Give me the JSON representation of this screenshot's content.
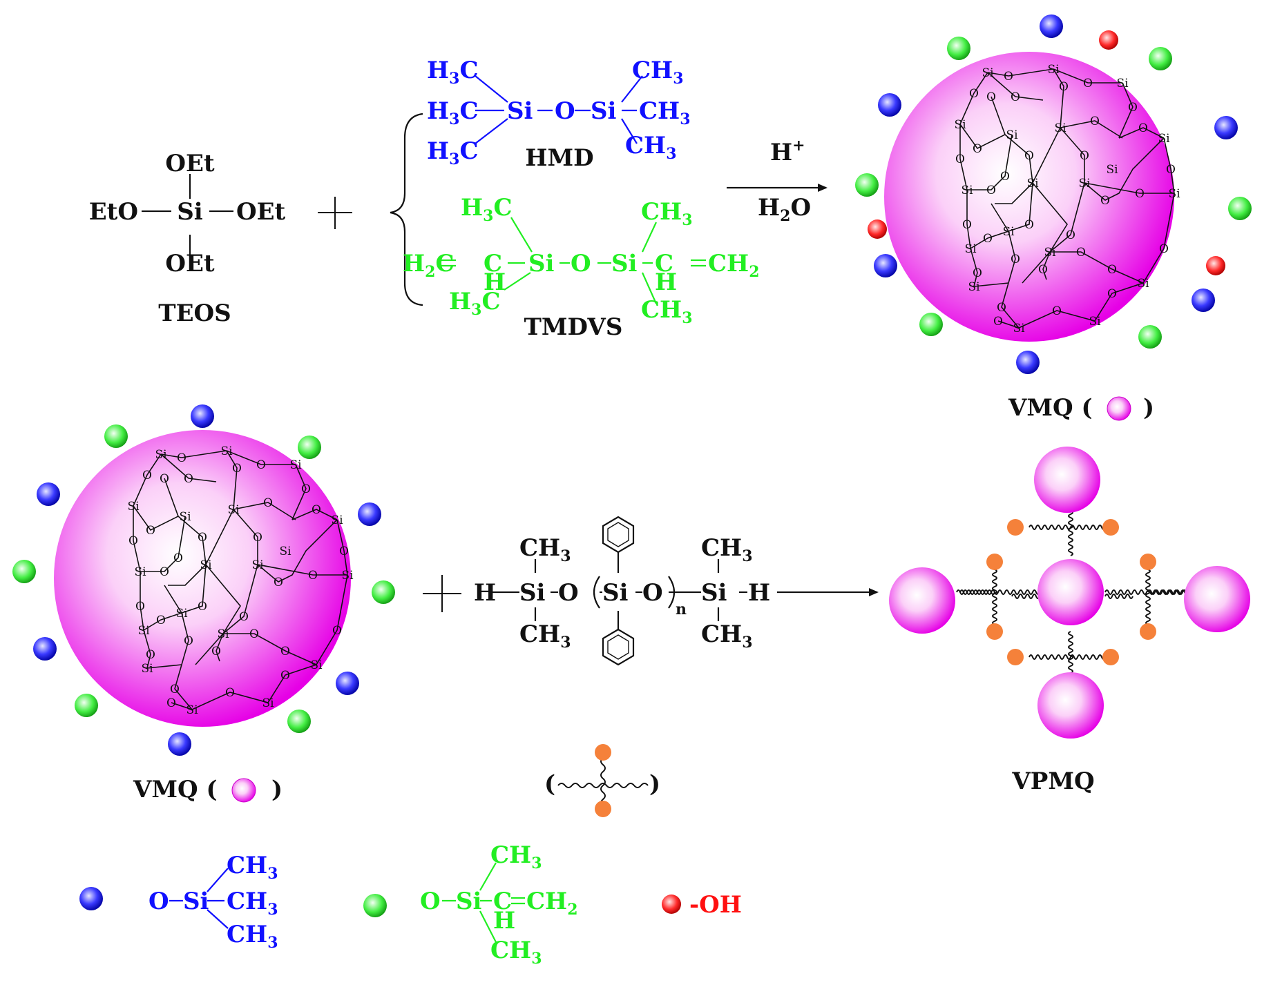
{
  "colors": {
    "black": "#111111",
    "methyl": "#1010ff",
    "vinyl": "#22ee22",
    "hydroxyl": "#ff1010",
    "sphere": "#ee00ee",
    "crosslinker_node": "#f5813a"
  },
  "teos": {
    "top": "OEt",
    "left": "EtO",
    "center": "Si",
    "right": "OEt",
    "bottom": "OEt",
    "label": "TEOS"
  },
  "plus_sign": "+",
  "hmd": {
    "h3c_a": "H",
    "h3c_b": "C",
    "si": "Si",
    "o": "O",
    "ch": "CH",
    "three": "3",
    "label": "HMD"
  },
  "tmdvs": {
    "h2c": "H",
    "two": "2",
    "c": "C",
    "ch2": "CH",
    "h": "H",
    "si": "Si",
    "o": "O",
    "three": "3",
    "label": "TMDVS"
  },
  "reaction": {
    "catalyst": "H",
    "catalyst_sup": "+",
    "solvent_h": "H",
    "solvent_sub": "2",
    "solvent_o": "O"
  },
  "vmq_top": {
    "label": "VMQ (",
    "close": ")"
  },
  "vmq_bottom": {
    "label": "VMQ (",
    "close": ")"
  },
  "network": {
    "si": "Si",
    "o": "O"
  },
  "crosslinker": {
    "h": "H",
    "si": "Si",
    "o": "O",
    "ch": "CH",
    "three": "3",
    "n": "n",
    "bracket_open": "(",
    "bracket_close": ")"
  },
  "legend_crosslinker": {
    "open": "(",
    "close": ")"
  },
  "vpmq": {
    "label": "VPMQ"
  },
  "legend": {
    "blue": {
      "o": "O",
      "si": "Si",
      "ch": "CH",
      "three": "3"
    },
    "green": {
      "o": "O",
      "si": "Si",
      "ch": "CH",
      "c": "C",
      "h": "H",
      "three": "3",
      "two": "2"
    },
    "red": {
      "oh": "-OH"
    }
  }
}
